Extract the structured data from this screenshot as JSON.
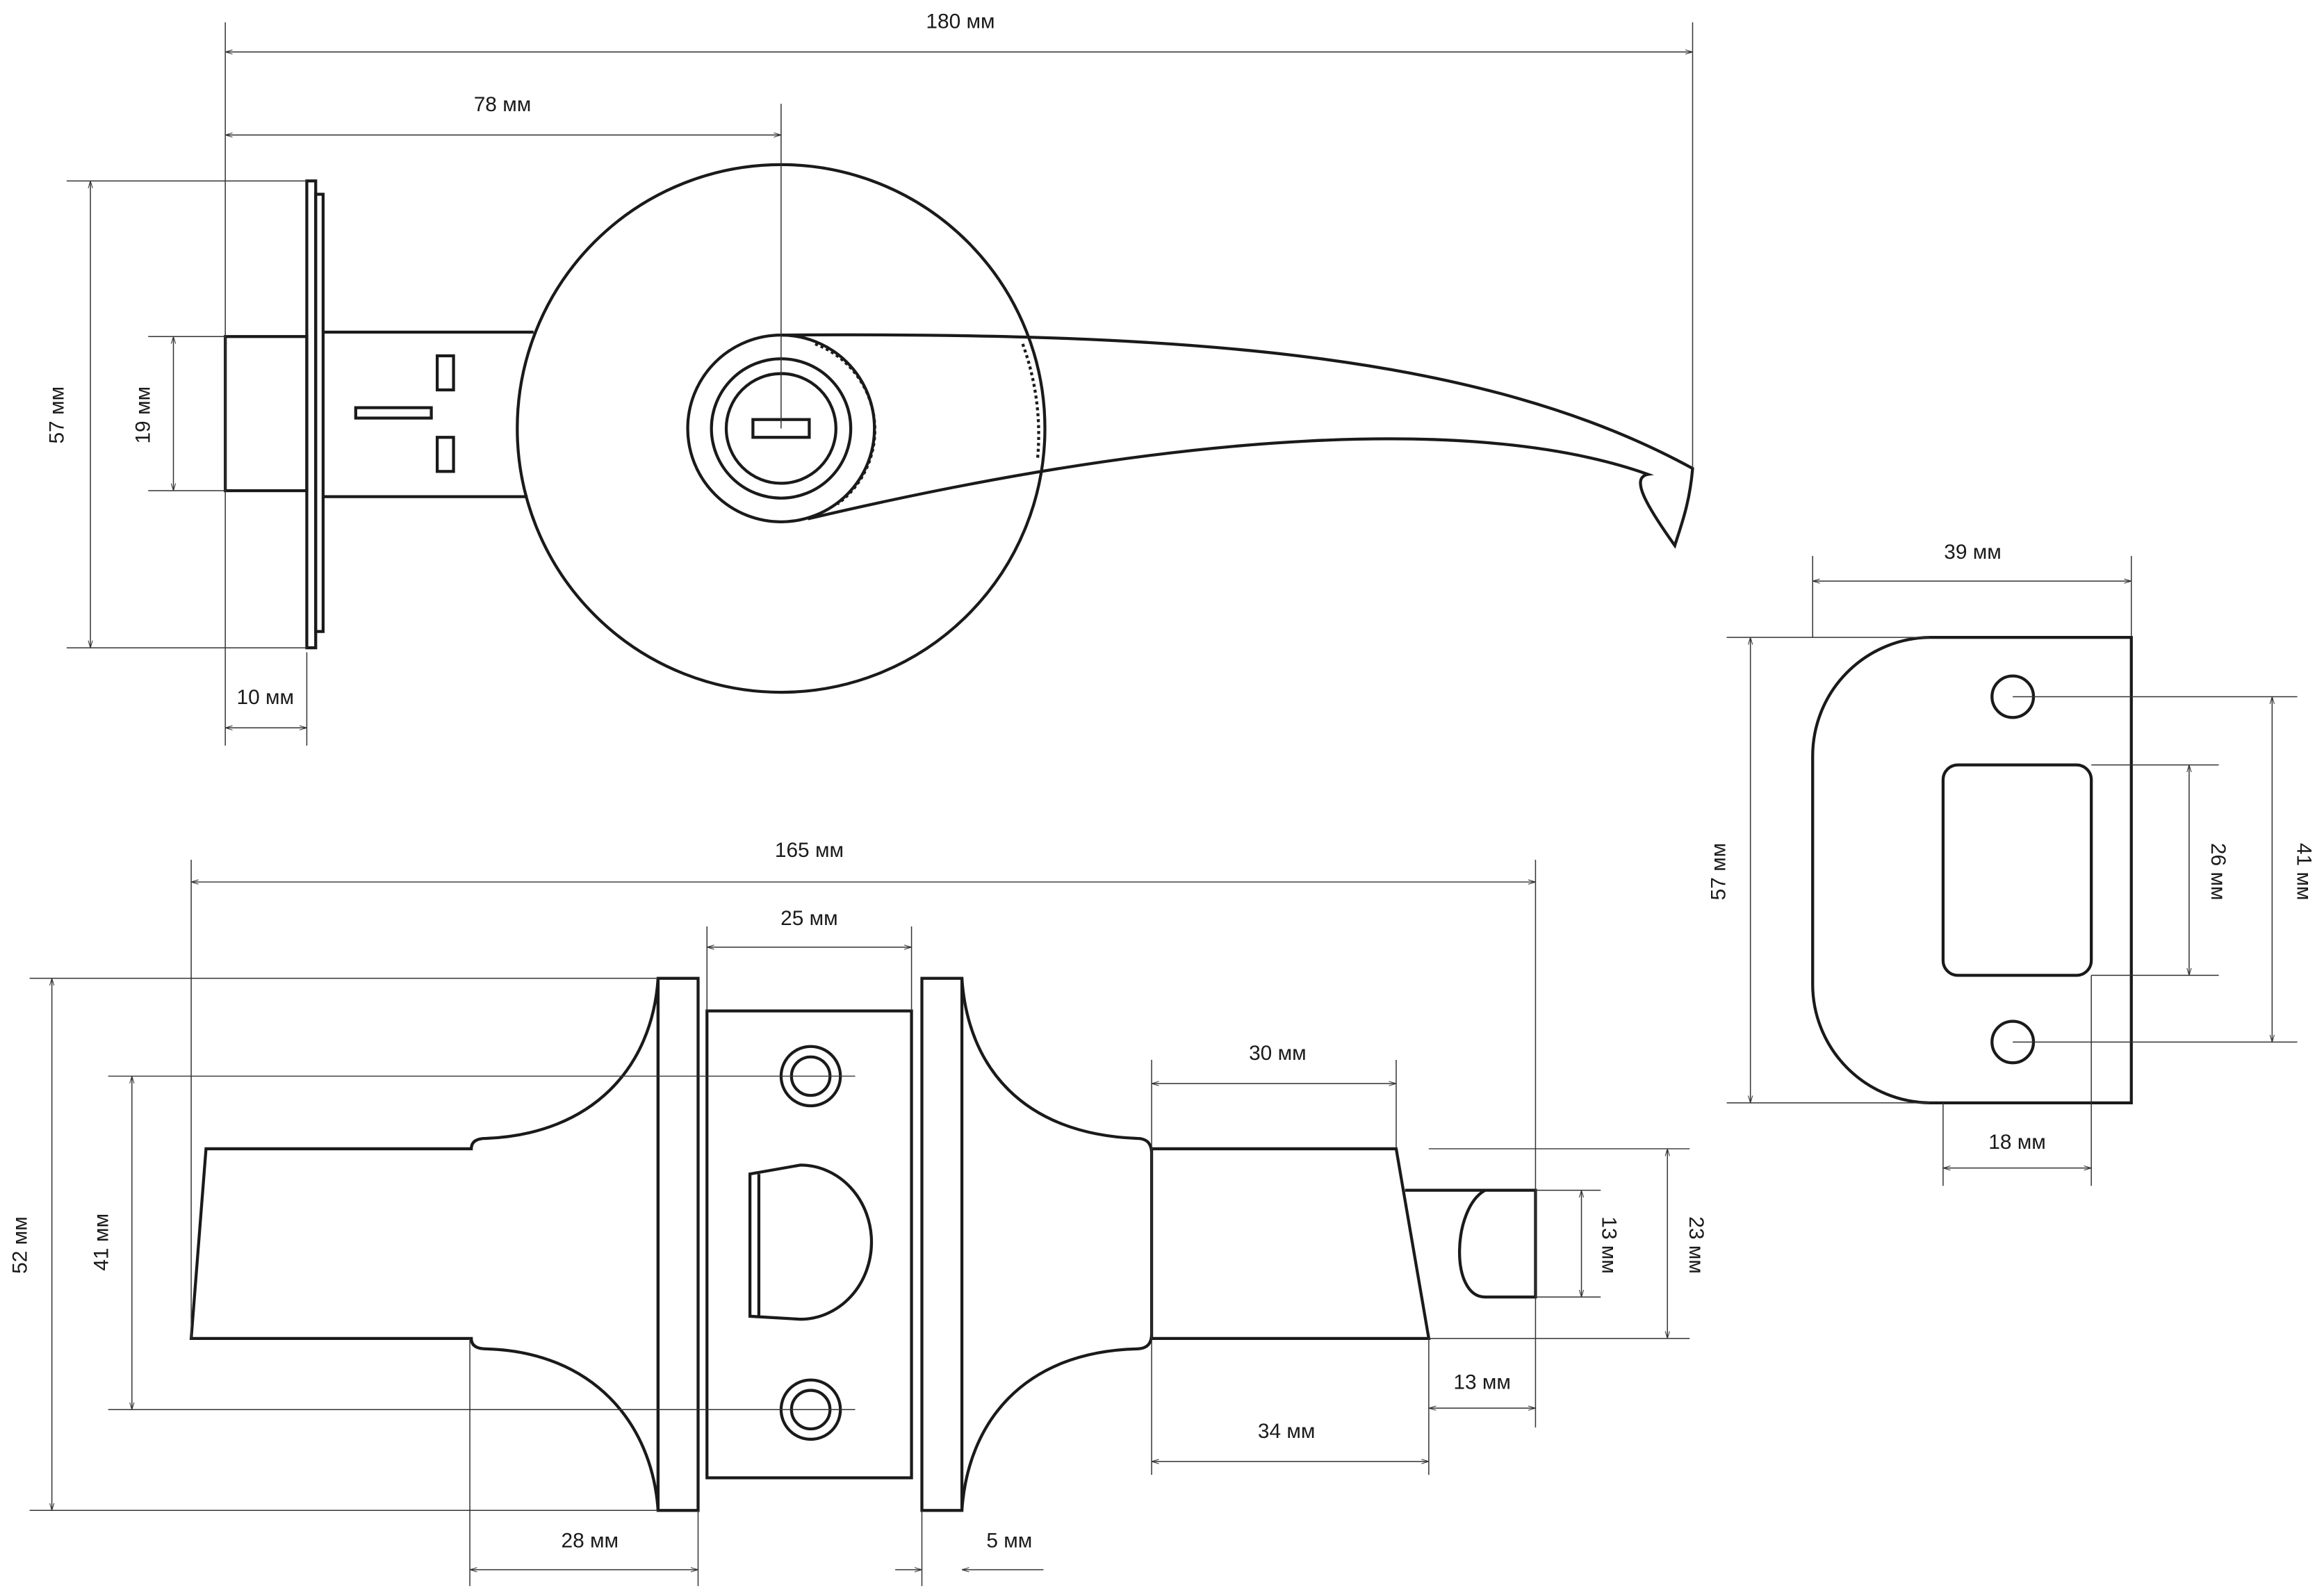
{
  "unit": "мм",
  "top_view": {
    "overall_length": "180 мм",
    "rosette_to_axis": "78 мм",
    "rosette_height": "57 мм",
    "latch_height": "19 мм",
    "latch_depth": "10 мм"
  },
  "strike_plate": {
    "width": "39 мм",
    "height": "57 мм",
    "opening_height": "26 мм",
    "hole_spacing": "41 мм",
    "opening_width": "18 мм"
  },
  "side_view": {
    "overall_length": "165 мм",
    "faceplate_width": "25 мм",
    "rosette_diameter": "52 мм",
    "rosette_inner": "41 мм",
    "handle_length": "30 мм",
    "button_height": "13 мм",
    "handle_height": "23 мм",
    "button_length": "13 мм",
    "handle_base_length": "34 мм",
    "neck_length": "28 мм",
    "plate_thickness": "5 мм"
  }
}
